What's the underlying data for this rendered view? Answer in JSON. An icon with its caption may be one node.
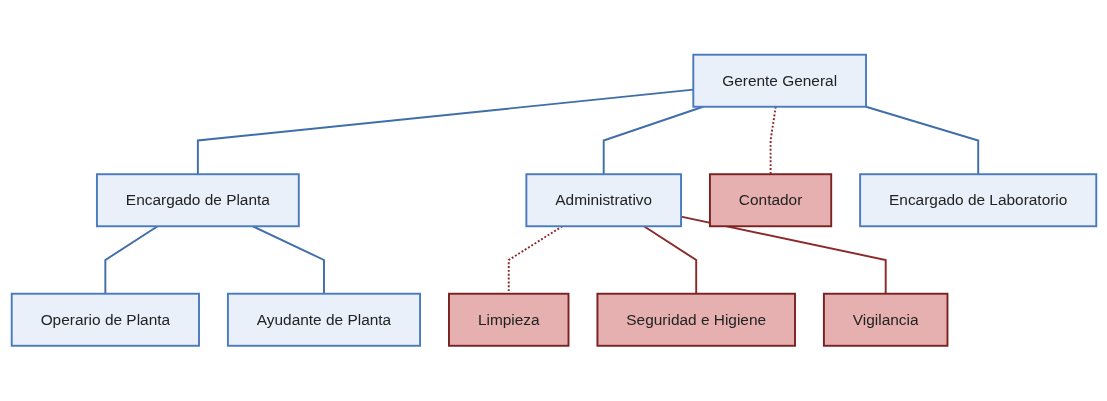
{
  "diagram": {
    "nodes": [
      {
        "text": [
          "Gerente General"
        ]
      },
      {
        "text": [
          "Encargado de Planta"
        ]
      },
      {
        "text": [
          "Administrativo"
        ]
      },
      {
        "text": [
          "Contador"
        ]
      },
      {
        "text": [
          "Encargado de Laboratorio"
        ]
      },
      {
        "text": [
          "Operario de Planta"
        ]
      },
      {
        "text": [
          "Ayudante de Planta"
        ]
      },
      {
        "text": [
          "Limpieza"
        ]
      },
      {
        "text": [
          "Seguridad e Higiene"
        ]
      },
      {
        "text": [
          "Vigilancia"
        ]
      }
    ],
    "edges": [
      {
        "from": 0,
        "to": 1,
        "arrow": "none"
      },
      {
        "from": 0,
        "to": 2,
        "arrow": "none"
      },
      {
        "from": 0,
        "to": 3,
        "arrow": "none",
        "style": "dashed",
        "color": "#8b2a2a"
      },
      {
        "from": 0,
        "to": 4,
        "arrow": "none"
      },
      {
        "from": 1,
        "to": 5,
        "arrow": "none"
      },
      {
        "from": 1,
        "to": 6,
        "arrow": "none"
      },
      {
        "from": 2,
        "to": 7,
        "arrow": "none",
        "style": "dashed",
        "color": "#8b2a2a"
      },
      {
        "from": 2,
        "to": 8,
        "arrow": "none",
        "color": "#8b2a2a"
      },
      {
        "from": 2,
        "to": 9,
        "arrow": "none",
        "color": "#8b2a2a"
      }
    ]
  }
}
